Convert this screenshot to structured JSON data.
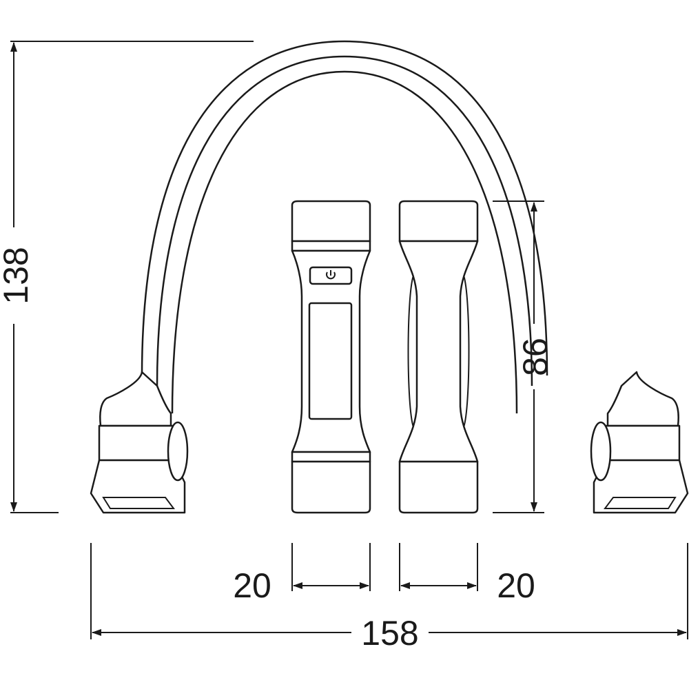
{
  "dimensions": {
    "overall_height": "138",
    "overall_width": "158",
    "lamp_height": "86",
    "lamp_width_left": "20",
    "lamp_width_right": "20"
  },
  "icons": {
    "power_button": "power-icon"
  },
  "colors": {
    "line": "#1a1a1a",
    "background": "#ffffff"
  }
}
